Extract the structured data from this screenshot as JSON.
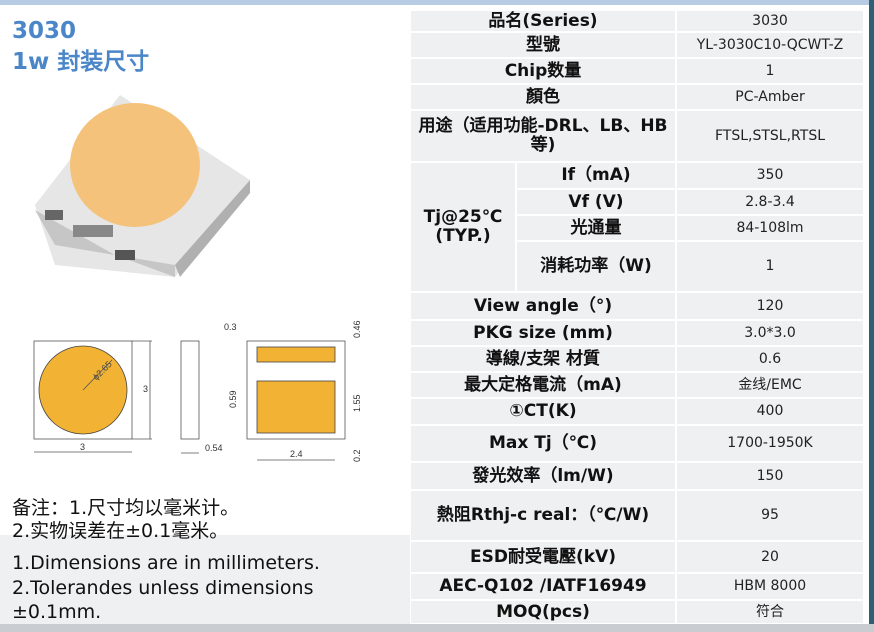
{
  "heading": {
    "line1": "3030",
    "line2": "1w 封装尺寸"
  },
  "drawing": {
    "dims": [
      "3",
      "3",
      "ϕ2.65",
      "0.54",
      "0.3",
      "0.46",
      "0.59",
      "1.55",
      "2.4",
      "0.2"
    ],
    "pad_color": "#f2b233"
  },
  "notes": [
    "备注：1.尺寸均以毫米计。",
    "2.实物误差在±0.1毫米。",
    "1.Dimensions are in millimeters.",
    "2.Tolerandes unless dimensions",
    "±0.1mm."
  ],
  "table": {
    "rows": [
      {
        "key": "品名(Series)",
        "value": "3030"
      },
      {
        "key": "型號",
        "value": "YL-3030C10-QCWT-Z"
      },
      {
        "key": "Chip数量",
        "value": "1"
      },
      {
        "key": "顏色",
        "value": "PC-Amber"
      },
      {
        "key": "用途（适用功能-DRL、LB、HB等)",
        "value": "FTSL,STSL,RTSL"
      }
    ],
    "group": {
      "label": "Tj@25℃ (TYP.)",
      "rows": [
        {
          "key": "If（mA)",
          "value": "350"
        },
        {
          "key": "Vf (V)",
          "value": "2.8-3.4"
        },
        {
          "key": "光通量",
          "value": "84-108lm"
        },
        {
          "key": "消耗功率（W)",
          "value": "1"
        }
      ]
    },
    "rows2": [
      {
        "key": "View angle（°)",
        "value": "120"
      },
      {
        "key": "PKG size (mm)",
        "value": "3.0*3.0"
      },
      {
        "key": "導線/支架 材質",
        "value": "0.6"
      },
      {
        "key": "最大定格電流（mA)",
        "value": "金线/EMC"
      },
      {
        "key": "①CT(K)",
        "value": "400"
      },
      {
        "key": "Max Tj（℃)",
        "value": "1700-1950K"
      },
      {
        "key": "發光效率（lm/W)",
        "value": "150"
      },
      {
        "key": "熱阻Rthj-c real：（℃/W)",
        "value": "95"
      },
      {
        "key": "ESD耐受電壓(kV)",
        "value": "20"
      },
      {
        "key": "AEC-Q102 /IATF16949",
        "value": "HBM 8000"
      },
      {
        "key": "MOQ(pcs)",
        "value": "符合"
      }
    ]
  }
}
